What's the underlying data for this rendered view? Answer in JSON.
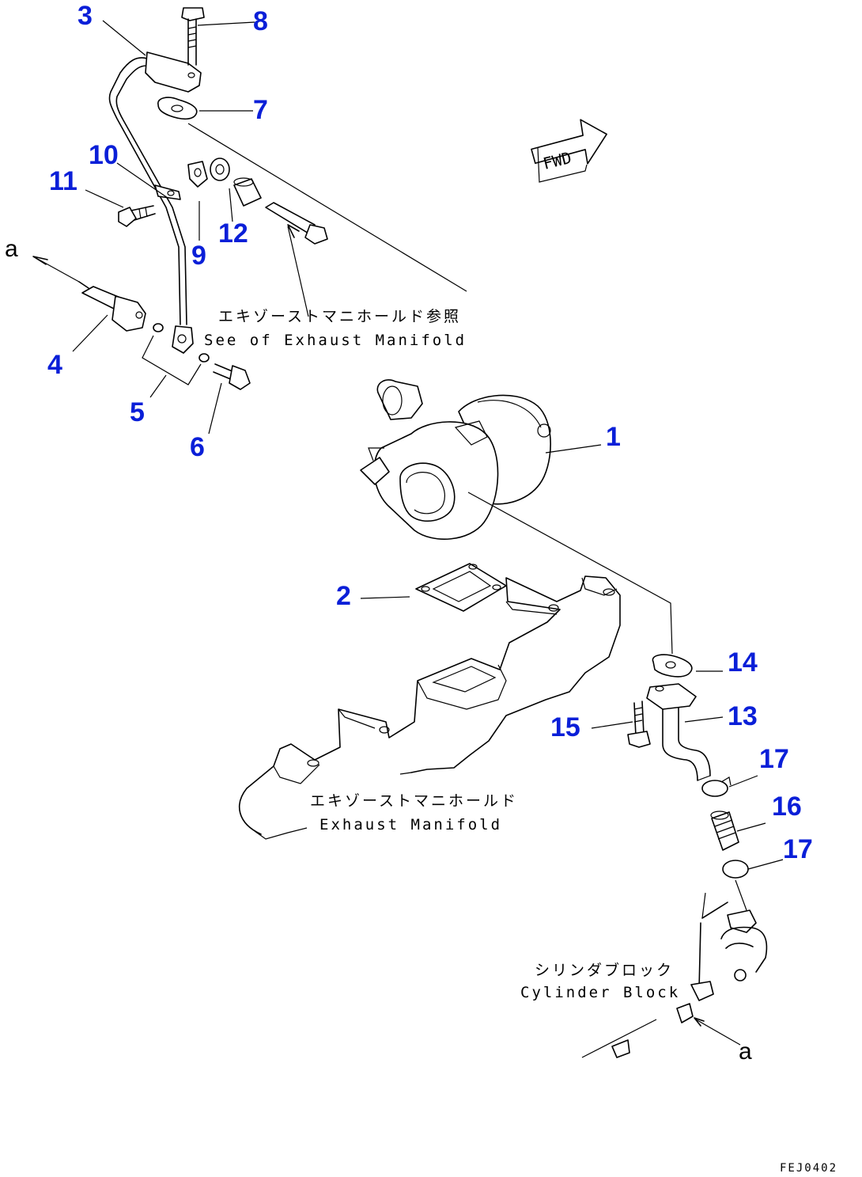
{
  "callouts": [
    {
      "num": "1"
    },
    {
      "num": "2"
    },
    {
      "num": "3"
    },
    {
      "num": "4"
    },
    {
      "num": "5"
    },
    {
      "num": "6"
    },
    {
      "num": "7"
    },
    {
      "num": "8"
    },
    {
      "num": "9"
    },
    {
      "num": "10"
    },
    {
      "num": "11"
    },
    {
      "num": "12"
    },
    {
      "num": "13"
    },
    {
      "num": "14"
    },
    {
      "num": "15"
    },
    {
      "num": "16"
    },
    {
      "num": "17"
    },
    {
      "num": "17"
    }
  ],
  "markers": {
    "a_top": "a",
    "a_bottom": "a"
  },
  "labels": {
    "see_manifold_jp": "エキゾーストマニホールド参照",
    "see_manifold_en": "See of Exhaust Manifold",
    "manifold_jp": "エキゾーストマニホールド",
    "manifold_en": "Exhaust Manifold",
    "cylinder_jp": "シリンダブロック",
    "cylinder_en": "Cylinder Block",
    "fwd": "FWD"
  },
  "drawing_code": "FEJ0402",
  "colors": {
    "callout": "#0a1fd8",
    "line": "#000000",
    "background": "#ffffff"
  }
}
